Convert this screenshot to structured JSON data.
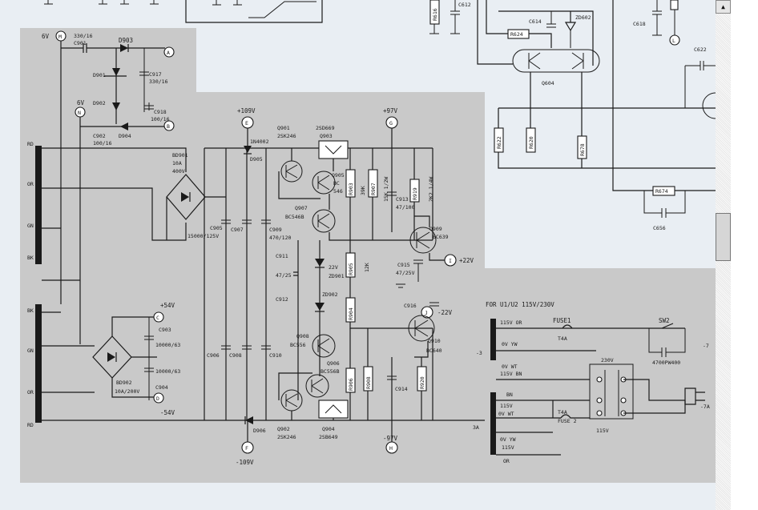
{
  "schematic": {
    "psu": {
      "rail_6v_left": "6V",
      "rail_6v_mid": "6V",
      "node_m": "M",
      "node_n": "N",
      "c901": "C901",
      "c901_val": "330/16",
      "d903": "D903",
      "d901": "D901",
      "d902": "D902",
      "d904": "D904",
      "c902": "C902",
      "c902_val": "100/16",
      "c917": "C917",
      "c917_val": "330/16",
      "c918": "C918",
      "c918_val": "100/16",
      "term_a": "A",
      "term_b": "B",
      "bd901": "BD901",
      "bd901_i": "10A",
      "bd901_v": "400V",
      "bd902": "BD902",
      "bd902_rating": "10A/200V",
      "c903": "C903",
      "c903_val": "10000/63",
      "c904": "C904",
      "c904_val": "10000/63",
      "term_c": "C",
      "term_d": "D",
      "v_plus54": "+54V",
      "v_minus54": "-54V",
      "wire_rd_top": "RD",
      "wire_or_top": "OR",
      "wire_gn_top": "GN",
      "wire_bk_top": "BK",
      "wire_bk_bot": "BK",
      "wire_gn_bot": "GN",
      "wire_or_bot": "OR",
      "wire_rd_bot": "RD"
    },
    "amp": {
      "node_e": "E",
      "v_plus109": "+109V",
      "node_g": "G",
      "v_plus97": "+97V",
      "node_f": "F",
      "v_minus109": "-109V",
      "node_h": "H",
      "v_minus97": "-97V",
      "d905": "1N4002",
      "d905_ref": "D905",
      "d906": "D906",
      "c905": "C905",
      "c905_val": "15000/125V",
      "c906": "C906",
      "c907": "C907",
      "c908": "C908",
      "c909": "C909",
      "c909_val": "470/120",
      "c910": "C910",
      "c911": "C911",
      "c911_val": "47/25",
      "c912": "C912",
      "c913": "C913",
      "c913_val": "47/100",
      "c915": "C915",
      "c915_val": "47/25V",
      "c914": "C914",
      "c916": "C916",
      "q901": "Q901",
      "q901_type": "2SK246",
      "q902": "Q902",
      "q902_type": "2SK246",
      "q903": "Q903",
      "q903_type": "2SD669",
      "q904": "Q904",
      "q904_type": "2SB649",
      "q905": "Q905",
      "q905_type": "BC",
      "q905_num": "546",
      "q906": "Q906",
      "q906_type": "BC556B",
      "q907": "Q907",
      "q907_type": "BC546B",
      "q908": "Q908",
      "q908_type": "BC556",
      "q909": "Q909",
      "q909_type": "BC639",
      "q910": "Q910",
      "q910_type": "BC640",
      "zd901": "ZD901",
      "zd901_val": "22V",
      "zd902": "ZD902",
      "r903": "R903",
      "r903_val": "39K",
      "r907": "R907",
      "r907_val": "15K 1/2W",
      "r919": "R919",
      "r919_val": "2K2 1/4W",
      "r905": "R905",
      "r905_val": "12K",
      "r904": "R904",
      "r906": "R906",
      "r908": "R908",
      "r920": "R920",
      "term_i": "I",
      "v_plus22": "+22V",
      "term_j": "J",
      "v_minus22": "-22V"
    },
    "top": {
      "r616": "R616",
      "c612": "C612",
      "c614": "C614",
      "zd602": "ZD602",
      "r624": "R624",
      "q604": "Q604",
      "c618": "C618",
      "term_l": "L",
      "c622": "C622",
      "r622": "R622",
      "r620": "R620",
      "r678": "R678",
      "r674": "R674",
      "c656": "C656"
    },
    "mains": {
      "title": "FOR  U1/U2  115V/230V",
      "fuse1": "FUSE1",
      "fuse1_val": "T4A",
      "fuse2": "FUSE 2",
      "fuse2_val": "T4A",
      "sw2": "SW2",
      "cap": "4700PW400",
      "v230": "230V",
      "v115": "115V",
      "tap1": "115V OR",
      "tap2": "0V YW",
      "tap3": "0V WT",
      "tap3b": "115V BN",
      "tap4": "BN",
      "tap5": "115V",
      "tap5b": "0V WT",
      "tap6": "0V YW",
      "tap6b": "115V",
      "tap7": "OR",
      "mark_m3": "-3",
      "mark_3a": "3A",
      "mark_m7": "-7",
      "mark_m7a": "-7A"
    }
  },
  "viewer": {
    "scroll_up_glyph": "▲"
  }
}
